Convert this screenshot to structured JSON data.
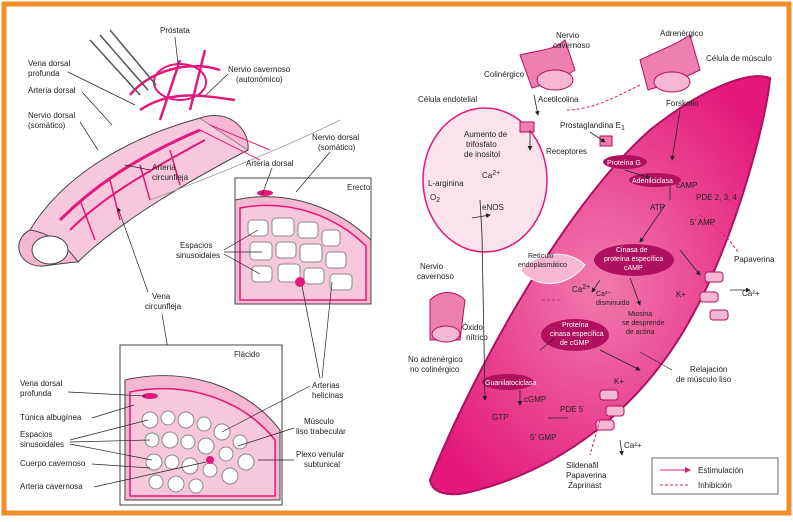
{
  "colors": {
    "frame": "#F28C28",
    "magenta": "#E4187A",
    "pink_light": "#F5B7D2",
    "pink_mid": "#EE7FB0",
    "pink_pale": "#FBE3EE",
    "line": "#333333"
  },
  "left": {
    "prostata": "Próstata",
    "vena_dorsal_profunda": [
      "Vena dorsal",
      "profunda"
    ],
    "arteria_dorsal": "Arteria dorsal",
    "nervio_dorsal": [
      "Nervio dorsal",
      "(somático)"
    ],
    "nervio_cavernoso": [
      "Nervio cavernoso",
      "(autonómico)"
    ],
    "arteria_circunfleja": [
      "Arteria",
      "circunfleja"
    ],
    "vena_circunfleja": [
      "Vena",
      "circunfleja"
    ],
    "erecto_box": {
      "title": "Erecto",
      "arteria_dorsal": "Arteria dorsal",
      "nervio_dorsal": [
        "Nervio dorsal",
        "(somático)"
      ],
      "espacios_sinusoidales": [
        "Espacios",
        "sinusoidales"
      ]
    },
    "flacido_box": {
      "title": "Flácido",
      "vena_dorsal_profunda": [
        "Vena dorsal",
        "profunda"
      ],
      "tunica_albuginea": "Túnica albugínea",
      "espacios_sinusoidales": [
        "Espacios",
        "sinusoidales"
      ],
      "cuerpo_cavernoso": "Cuerpo cavernoso",
      "arteria_cavernosa": "Arteria cavernosa",
      "arterias_helicinas": [
        "Arterias",
        "helicinas"
      ],
      "musculo_liso": [
        "Músculo",
        "liso trabecular"
      ],
      "plexo_venular": [
        "Plexo venular",
        "subtunical"
      ]
    }
  },
  "right": {
    "nervio_cavernoso_top": [
      "Nervio",
      "cavernoso"
    ],
    "adrenergico": "Adrenérgico",
    "colinergico": "Colinérgico",
    "celula_musculo": "Célula de músculo",
    "celula_endotelial": "Célula endotelial",
    "acetilcolina": "Acetilcolina",
    "forskolin": "Forskolin",
    "prostaglandina": "Prostaglandina E",
    "prostaglandina_sub": "1",
    "receptores": "Receptores",
    "aumento": [
      "Aumento de",
      "trifosfato",
      "de inositol"
    ],
    "ca2_plus": "Ca",
    "l_arginina": "L-arginina",
    "o2": "O",
    "enos": "eNOS",
    "proteina_g": "Proteína G",
    "adenilciclasa": "Adenilciclasa",
    "camp": "cAMP",
    "atp": "ATP",
    "pde": "PDE 2, 3, 4",
    "five_amp": "5' AMP",
    "papaverina": "Papaverina",
    "reticulo": [
      "Retículo",
      "endoplasmático"
    ],
    "cinasa_camp": [
      "Cinasa de",
      "proteína específica",
      "cAMP"
    ],
    "ca2_disminuido": [
      "Ca²⁺",
      "disminuido"
    ],
    "miosina": [
      "Miosina",
      "se desprende",
      "de actina"
    ],
    "k_plus_1": "K+",
    "ca2_right": "Ca²+",
    "nervio_cavernoso_left": [
      "Nervio",
      "cavernoso"
    ],
    "oxido_nitrico": [
      "Óxido",
      "nítrico"
    ],
    "no_adrenergico": [
      "No adrenérgico",
      "no colinérgico"
    ],
    "cinasa_cgmp": [
      "Proteína",
      "cinasa específica",
      "de cGMP"
    ],
    "guanilatociclasa": "Guanilatociclasa",
    "gtp": "GTP",
    "cgmp": "cGMP",
    "pde5": "PDE 5",
    "five_gmp": "5' GMP",
    "k_plus_2": "K+",
    "ca2_bottom": "Ca²+",
    "relajacion": [
      "Relajación",
      "de músculo liso"
    ],
    "sildenafil": [
      "Sildenafil",
      "Papaverina",
      "Zaprinast"
    ],
    "legend": {
      "estimulacion": "Estimulación",
      "inhibicion": "Inhibición"
    }
  }
}
